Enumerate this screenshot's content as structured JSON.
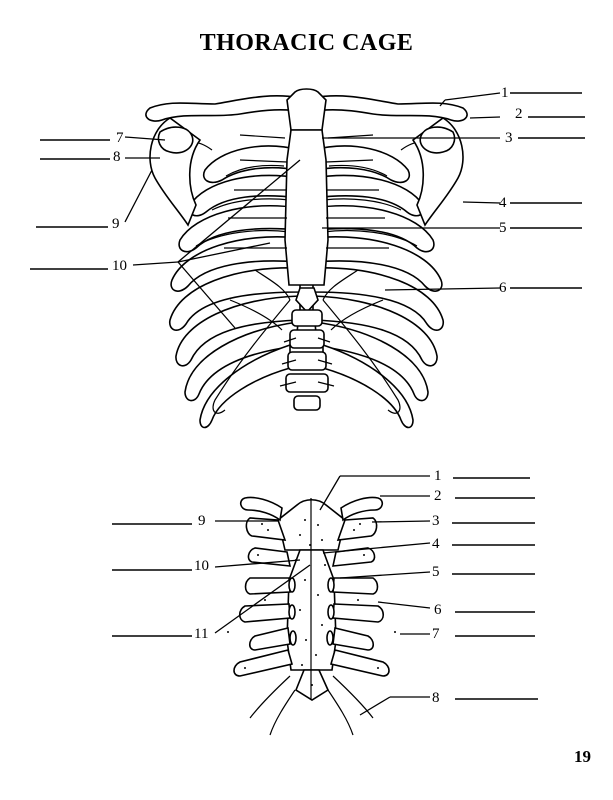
{
  "title": "THORACIC CAGE",
  "page_number": "19",
  "top_figure": {
    "labels": [
      "1",
      "2",
      "3",
      "4",
      "5",
      "6",
      "7",
      "8",
      "9",
      "10"
    ]
  },
  "bottom_figure": {
    "labels": [
      "1",
      "2",
      "3",
      "4",
      "5",
      "6",
      "7",
      "8",
      "9",
      "10",
      "11"
    ]
  }
}
